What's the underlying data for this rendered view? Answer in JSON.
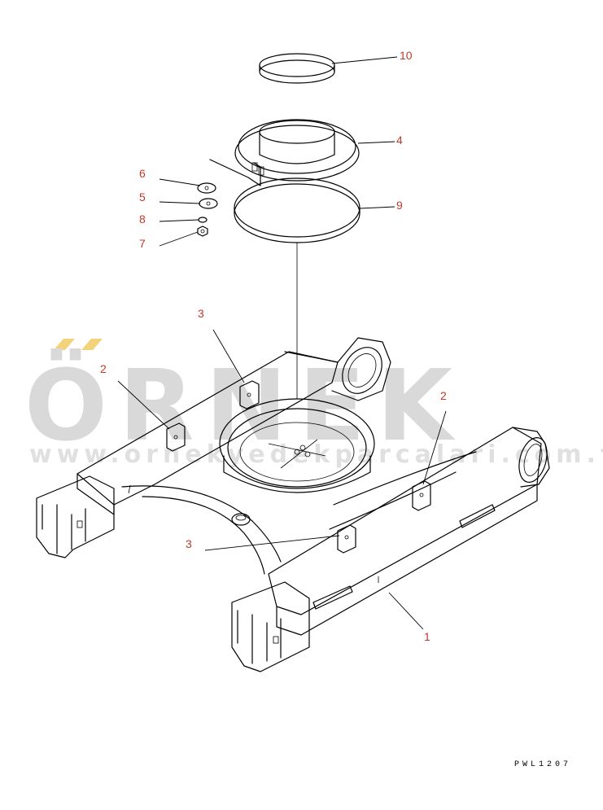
{
  "watermark": {
    "brand": "ÖRNEK",
    "url": "www.ornekyedekparcalari.com.tr"
  },
  "drawing_code": "PWL1207",
  "part_labels": [
    {
      "id": "label-10",
      "text": "10"
    },
    {
      "id": "label-4",
      "text": "4"
    },
    {
      "id": "label-9",
      "text": "9"
    },
    {
      "id": "label-6",
      "text": "6"
    },
    {
      "id": "label-5",
      "text": "5"
    },
    {
      "id": "label-8",
      "text": "8"
    },
    {
      "id": "label-7",
      "text": "7"
    },
    {
      "id": "label-3-top",
      "text": "3"
    },
    {
      "id": "label-2-left",
      "text": "2"
    },
    {
      "id": "label-2-right",
      "text": "2"
    },
    {
      "id": "label-3-bottom",
      "text": "3"
    },
    {
      "id": "label-1",
      "text": "1"
    }
  ],
  "colors": {
    "label": "#c0392b",
    "watermark": "#d9d9d9",
    "watermark_accent": "#f2c94c"
  }
}
